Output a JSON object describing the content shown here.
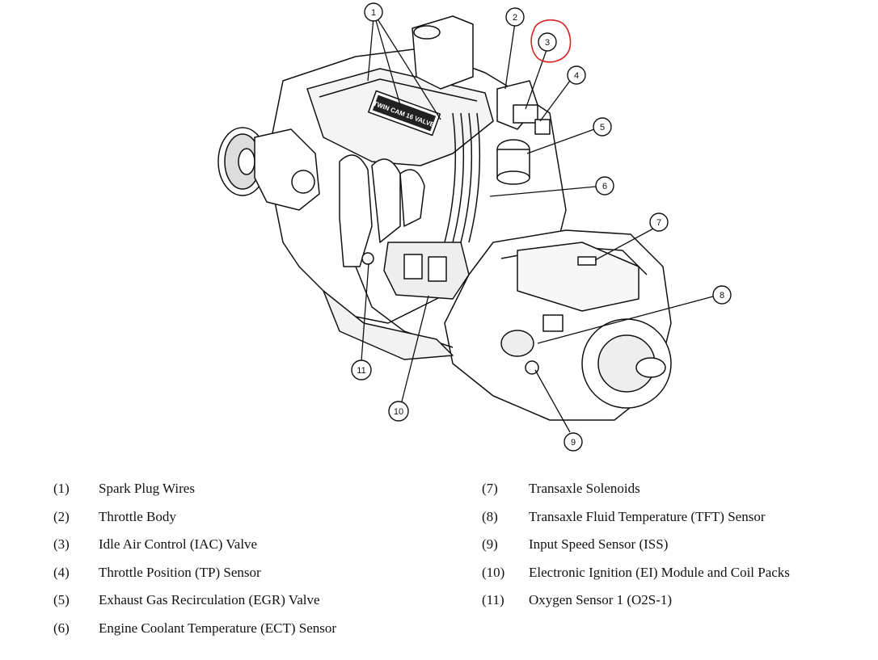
{
  "diagram": {
    "highlight_color": "#d92020",
    "highlighted_callout": "3",
    "valve_cover_text": "TWIN CAM 16 VALVE",
    "callouts": [
      "1",
      "2",
      "3",
      "4",
      "5",
      "6",
      "7",
      "8",
      "9",
      "10",
      "11"
    ]
  },
  "legend": {
    "left": [
      {
        "num": "(1)",
        "label": "Spark Plug Wires"
      },
      {
        "num": "(2)",
        "label": "Throttle Body"
      },
      {
        "num": "(3)",
        "label": "Idle Air Control (IAC) Valve"
      },
      {
        "num": "(4)",
        "label": "Throttle Position (TP) Sensor"
      },
      {
        "num": "(5)",
        "label": "Exhaust Gas Recirculation (EGR) Valve"
      },
      {
        "num": "(6)",
        "label": "Engine Coolant Temperature (ECT) Sensor"
      }
    ],
    "right": [
      {
        "num": "(7)",
        "label": "Transaxle Solenoids"
      },
      {
        "num": "(8)",
        "label": "Transaxle Fluid Temperature (TFT) Sensor"
      },
      {
        "num": "(9)",
        "label": "Input Speed Sensor (ISS)"
      },
      {
        "num": "(10)",
        "label": "Electronic Ignition (EI) Module and Coil Packs"
      },
      {
        "num": "(11)",
        "label": "Oxygen Sensor 1 (O2S-1)"
      }
    ]
  }
}
